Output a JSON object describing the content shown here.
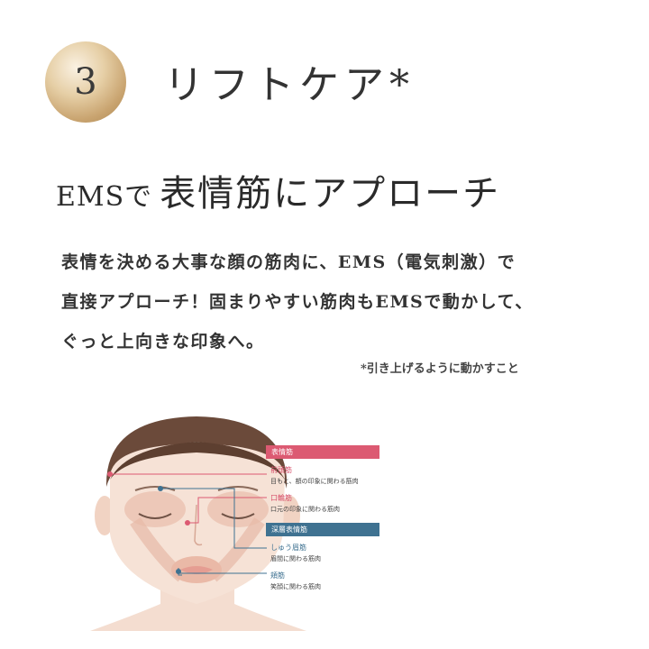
{
  "badge": {
    "number": "3"
  },
  "title": "リフトケア*",
  "heading": {
    "prefix": "EMSで",
    "main": "表情筋にアプローチ"
  },
  "body_lines": [
    "表情を決める大事な顔の筋肉に、EMS（電気刺激）で",
    "直接アプローチ！固まりやすい筋肉もEMSで動かして、",
    "ぐっと上向きな印象へ。"
  ],
  "note": "*引き上げるように動かすこと",
  "diagram": {
    "category_1": "表情筋",
    "muscle_1": {
      "name": "前頭筋",
      "desc": "目もと、額の印象に関わる筋肉"
    },
    "muscle_2": {
      "name": "口輪筋",
      "desc": "口元の印象に関わる筋肉"
    },
    "category_2": "深層表情筋",
    "muscle_3": {
      "name": "しゅう眉筋",
      "desc": "眉間に関わる筋肉"
    },
    "muscle_4": {
      "name": "頬筋",
      "desc": "笑顔に関わる筋肉"
    },
    "colors": {
      "pink": "#dc5a72",
      "blue": "#3f7291",
      "gold": "#c9a470"
    }
  }
}
